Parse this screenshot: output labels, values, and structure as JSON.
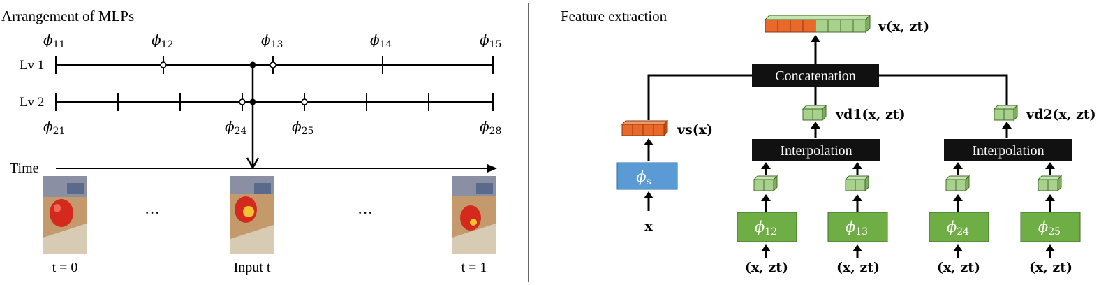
{
  "left": {
    "title": "Arrangement of MLPs",
    "lv1_label": "Lv 1",
    "lv2_label": "Lv 2",
    "time_label": "Time",
    "lv1_phis": [
      {
        "base": "ϕ",
        "sub": "11"
      },
      {
        "base": "ϕ",
        "sub": "12"
      },
      {
        "base": "ϕ",
        "sub": "13"
      },
      {
        "base": "ϕ",
        "sub": "14"
      },
      {
        "base": "ϕ",
        "sub": "15"
      }
    ],
    "lv2_phis": [
      {
        "base": "ϕ",
        "sub": "21"
      },
      {
        "base": "ϕ",
        "sub": "24"
      },
      {
        "base": "ϕ",
        "sub": "25"
      },
      {
        "base": "ϕ",
        "sub": "28"
      }
    ],
    "ellipsis_1": "···",
    "ellipsis_2": "···",
    "frame_labels": {
      "start": "t = 0",
      "input": "Input t",
      "end": "t = 1"
    }
  },
  "right": {
    "title": "Feature extraction",
    "concat_label": "Concatenation",
    "interp_label_1": "Interpolation",
    "interp_label_2": "Interpolation",
    "phi_s": {
      "base": "ϕ",
      "sub": "s"
    },
    "mlps": [
      {
        "base": "ϕ",
        "sub": "12"
      },
      {
        "base": "ϕ",
        "sub": "13"
      },
      {
        "base": "ϕ",
        "sub": "24"
      },
      {
        "base": "ϕ",
        "sub": "25"
      }
    ],
    "x_input": "x",
    "xz_input": "(x, zt)",
    "v_out": "v(x, zt)",
    "vs": "vs(x)",
    "vd1": "vd1(x, zt)",
    "vd2": "vd2(x, zt)"
  },
  "colors": {
    "orange": "#e8692a",
    "green": "#6fae45",
    "light_green": "#a9d18e",
    "blue": "#5b9bd5",
    "black_box": "#111111"
  }
}
